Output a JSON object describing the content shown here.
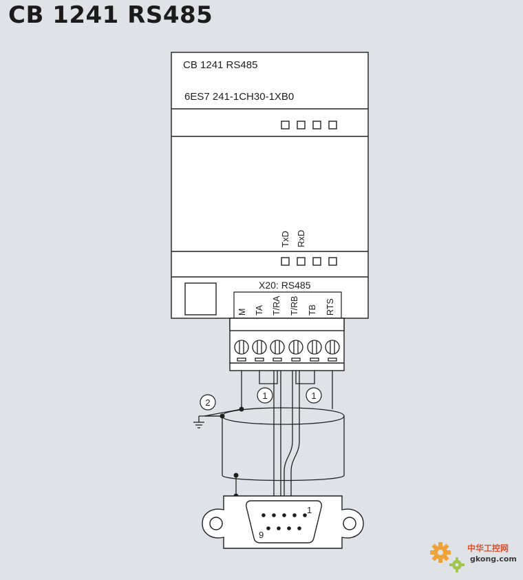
{
  "title": "CB 1241 RS485",
  "module": {
    "name": "CB 1241 RS485",
    "order_number": "6ES7 241-1CH30-1XB0",
    "led_labels": [
      "TxD",
      "RxD"
    ],
    "connector_label": "X20: RS485",
    "terminals": [
      "M",
      "TA",
      "T/RA",
      "T/RB",
      "TB",
      "RTS"
    ]
  },
  "callouts": {
    "termination": "1",
    "ground": "2"
  },
  "db9": {
    "pin_first": "1",
    "pin_last": "9"
  },
  "watermark": {
    "brand": "中华工控网",
    "url": "gkong.com",
    "colors": {
      "gear": "#f0a23a",
      "brand": "#e0502a",
      "url": "#3a3a3a"
    }
  },
  "colors": {
    "background": "#dfe3e8",
    "stroke": "#1e1e1e",
    "fill": "#ffffff"
  }
}
